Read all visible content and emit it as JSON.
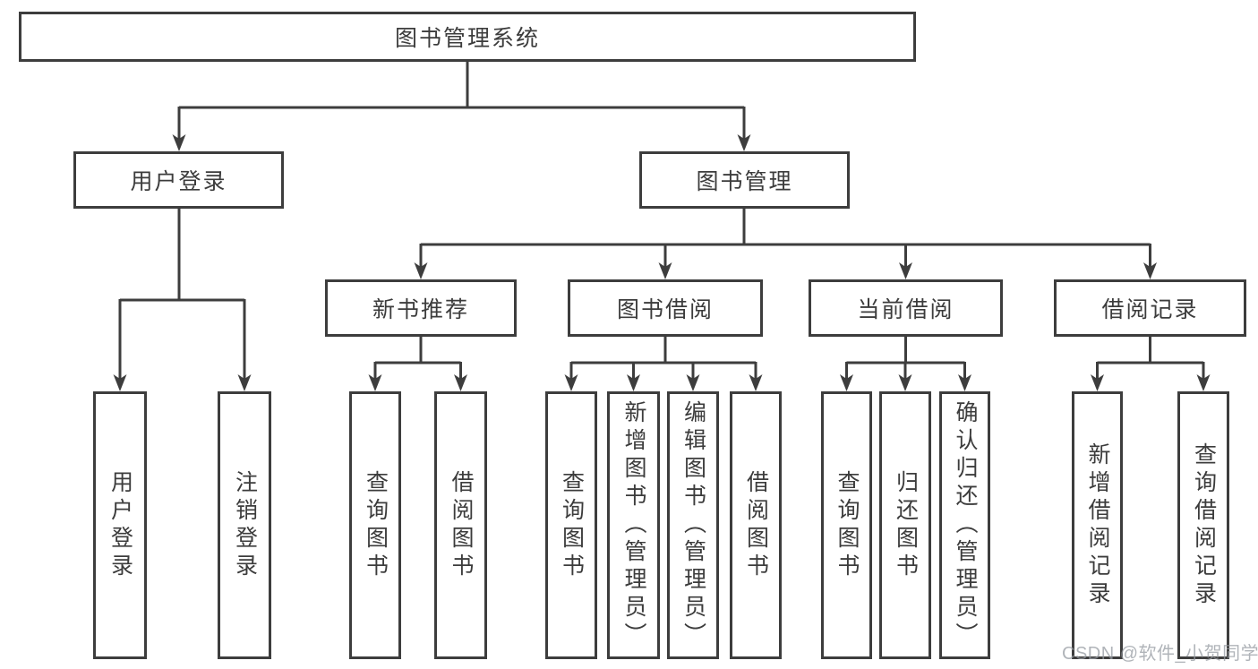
{
  "tree": {
    "root": {
      "label": "图书管理系统"
    },
    "children": [
      {
        "label": "用户登录",
        "children": [
          {
            "label": "用户登录"
          },
          {
            "label": "注销登录"
          }
        ]
      },
      {
        "label": "图书管理",
        "children": [
          {
            "label": "新书推荐",
            "children": [
              {
                "label": "查询图书"
              },
              {
                "label": "借阅图书"
              }
            ]
          },
          {
            "label": "图书借阅",
            "children": [
              {
                "label": "查询图书"
              },
              {
                "label": "新增图书（管理员）"
              },
              {
                "label": "编辑图书（管理员）"
              },
              {
                "label": "借阅图书"
              }
            ]
          },
          {
            "label": "当前借阅",
            "children": [
              {
                "label": "查询图书"
              },
              {
                "label": "归还图书"
              },
              {
                "label": "确认归还（管理员）"
              }
            ]
          },
          {
            "label": "借阅记录",
            "children": [
              {
                "label": "新增借阅记录"
              },
              {
                "label": "查询借阅记录"
              }
            ]
          }
        ]
      }
    ]
  },
  "watermark": {
    "text": "CSDN @软件_小贺同学"
  },
  "colors": {
    "line": "#3d3d3d",
    "text": "#3c3c3c",
    "box_background": "#ffffff",
    "watermark": "#9aa0a8",
    "background": "#ffffff"
  }
}
